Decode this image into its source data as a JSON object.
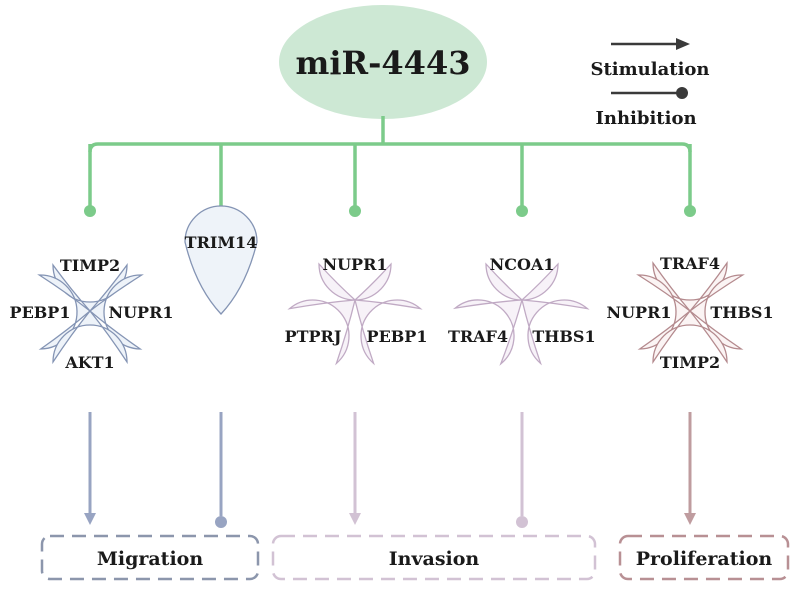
{
  "hub": {
    "label": "miR-4443",
    "fill": "#cde8d4",
    "line_color": "#7ccb8a"
  },
  "legend": {
    "stimulation": "Stimulation",
    "inhibition": "Inhibition",
    "color": "#3a3a3a"
  },
  "groups": [
    {
      "id": "g1",
      "petals": [
        "TIMP2",
        "PEBP1",
        "NUPR1",
        "AKT1"
      ],
      "fill": "#eef3f9",
      "stroke": "#8494b4",
      "effect": "stimulation",
      "arrow_color": "#98a4c2"
    },
    {
      "id": "g2",
      "petals": [
        "TRIM14"
      ],
      "fill": "#eef3f9",
      "stroke": "#8494b4",
      "effect": "inhibition",
      "arrow_color": "#98a4c2"
    },
    {
      "id": "g3",
      "petals": [
        "NUPR1",
        "PTPRJ",
        "PEBP1"
      ],
      "fill": "#f7f2f8",
      "stroke": "#c0aac4",
      "effect": "stimulation",
      "arrow_color": "#d2c2d4"
    },
    {
      "id": "g4",
      "petals": [
        "NCOA1",
        "TRAF4",
        "THBS1"
      ],
      "fill": "#f7f2f8",
      "stroke": "#c0aac4",
      "effect": "inhibition",
      "arrow_color": "#d2c2d4"
    },
    {
      "id": "g5",
      "petals": [
        "TRAF4",
        "NUPR1",
        "THBS1",
        "TIMP2"
      ],
      "fill": "#fbf4f4",
      "stroke": "#b48a8e",
      "effect": "stimulation",
      "arrow_color": "#bf9c9f"
    }
  ],
  "outcomes": [
    {
      "label": "Migration",
      "color": "#8c96ac"
    },
    {
      "label": "Invasion",
      "color": "#d2c2d4"
    },
    {
      "label": "Proliferation",
      "color": "#b89094"
    }
  ]
}
